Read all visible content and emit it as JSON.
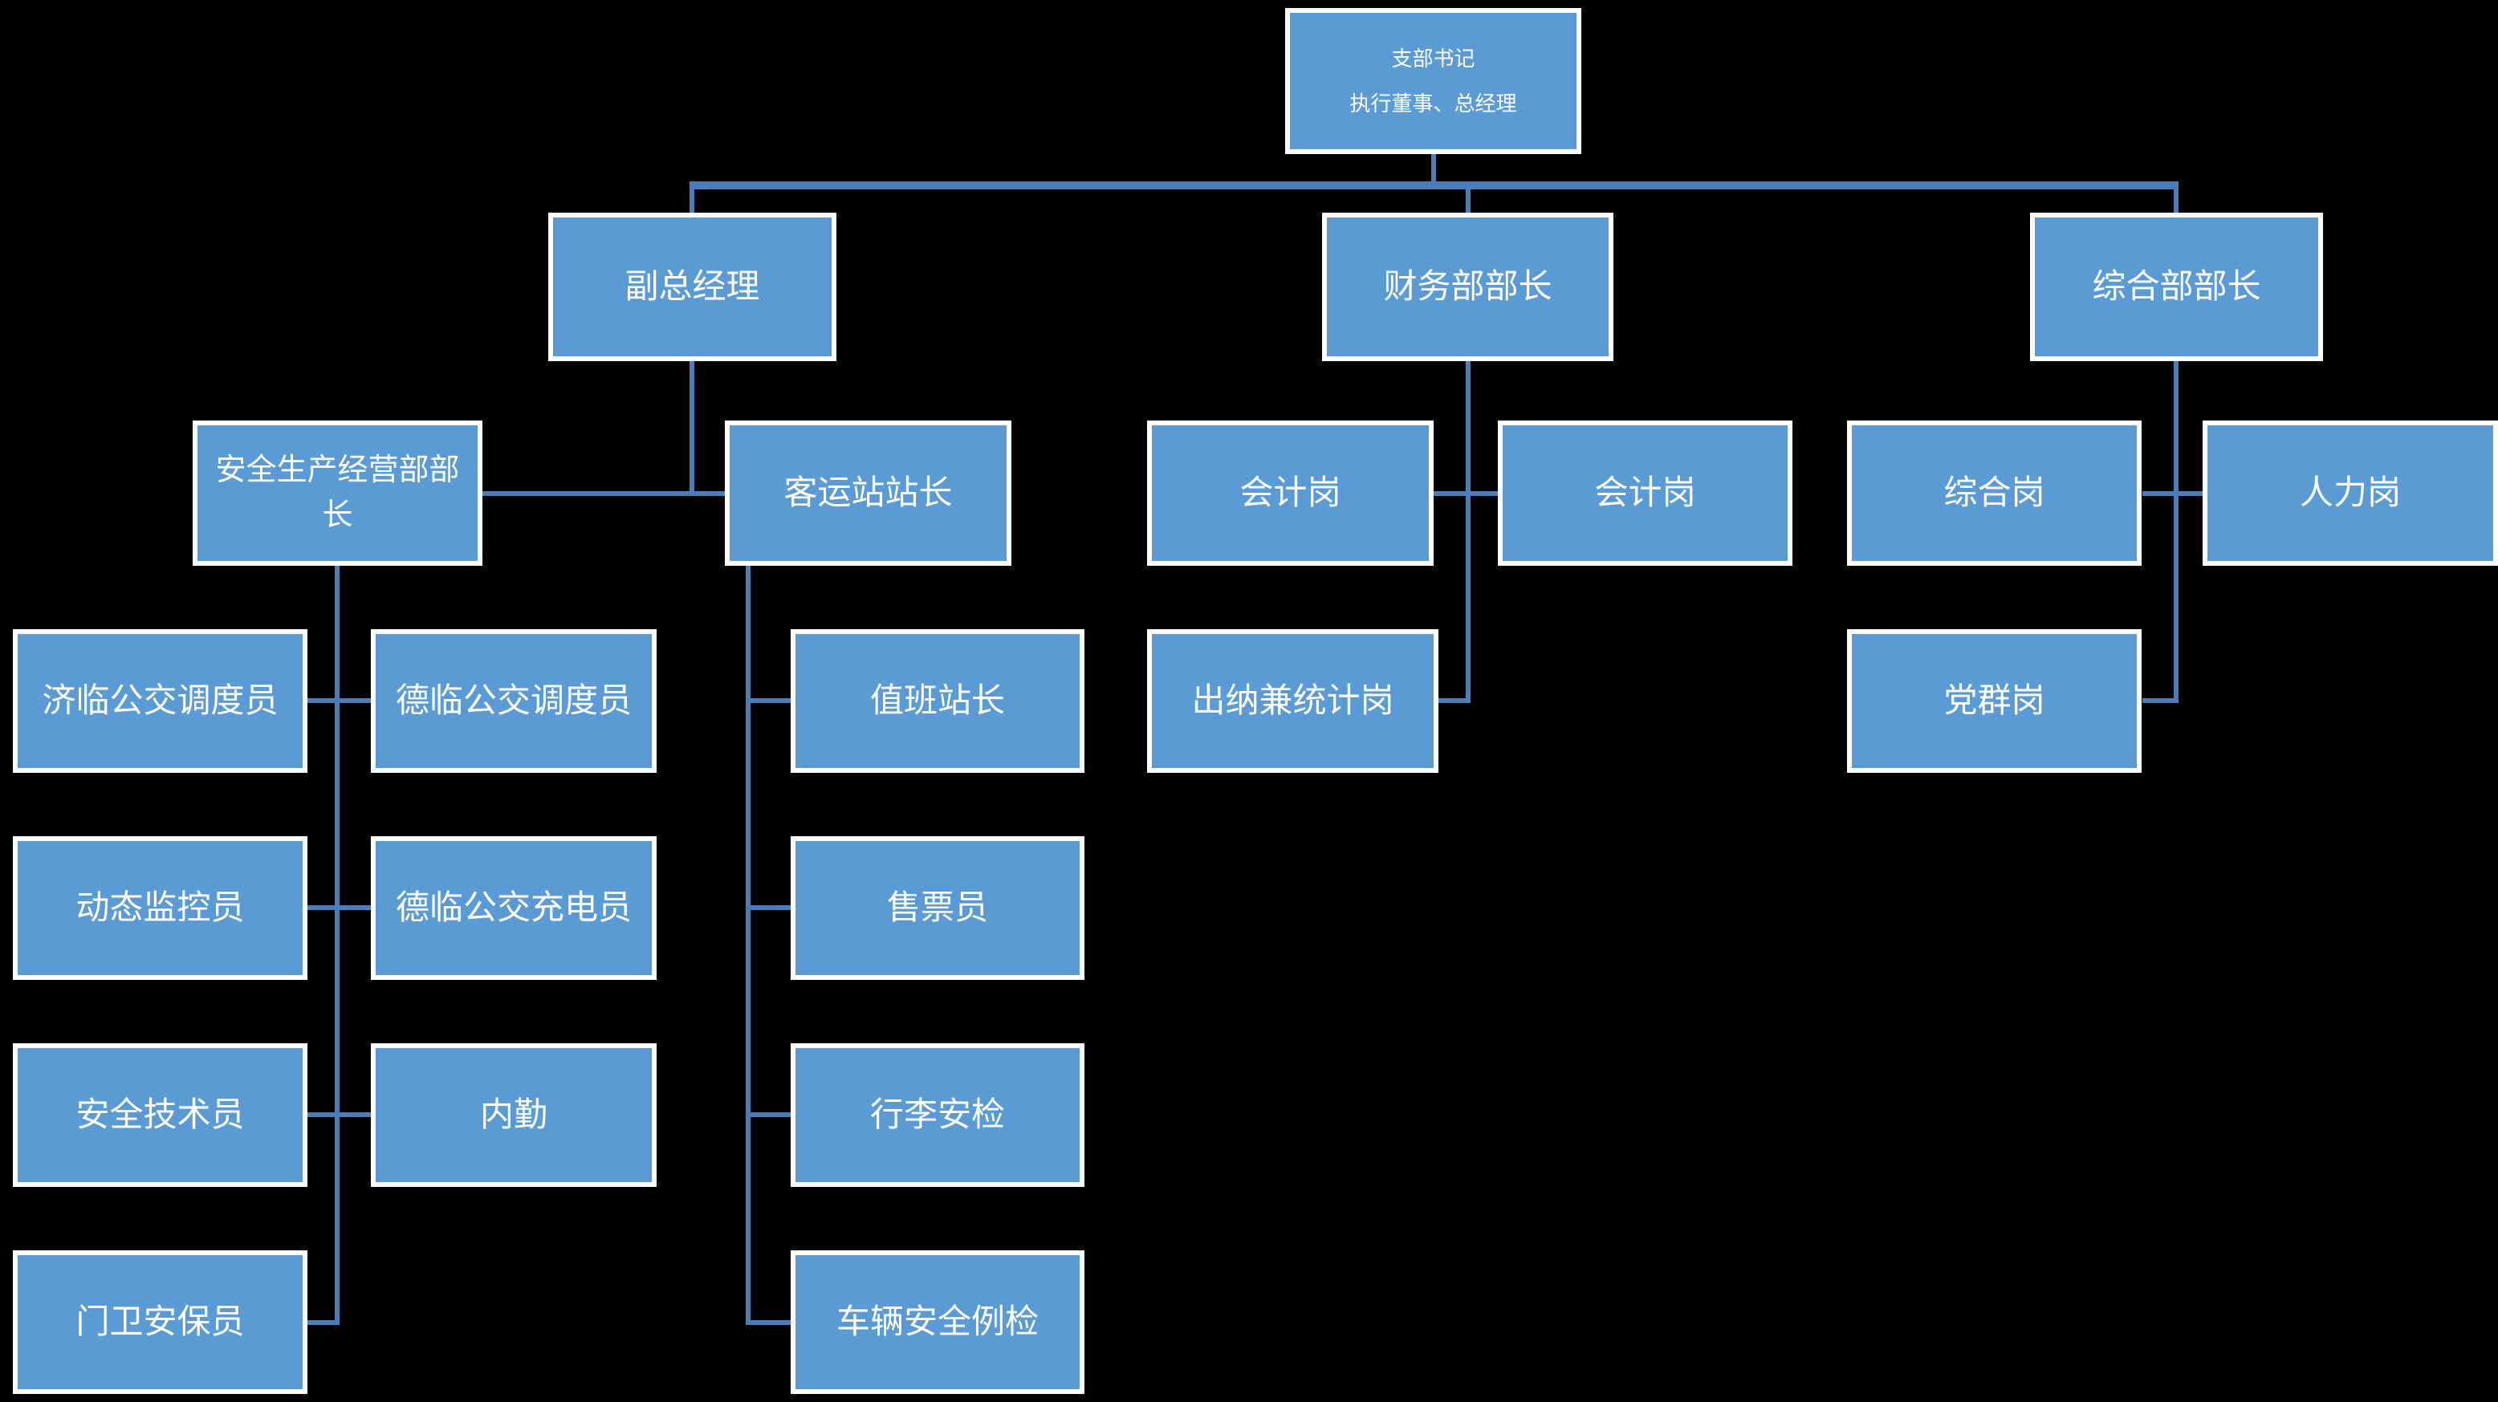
{
  "colors": {
    "background": "#000000",
    "box_fill": "#5B9BD5",
    "box_border": "#FFFFFF",
    "box_text": "#FFFFFF",
    "connector": "#4A7EBA"
  },
  "nodes": {
    "root_line1": "支部书记",
    "root_line2": "执行董事、总经理",
    "deputy_gm": "副总经理",
    "finance_head": "财务部部长",
    "general_dept_head": "综合部部长",
    "safety_dept_head": "安全生产经营部部长",
    "station_chief": "客运站站长",
    "accountant_1": "会计岗",
    "accountant_2": "会计岗",
    "cashier_statistician": "出纳兼统计岗",
    "general_post": "综合岗",
    "hr_post": "人力岗",
    "party_mass_post": "党群岗",
    "jilin_bus_dispatcher": "济临公交调度员",
    "delin_bus_dispatcher": "德临公交调度员",
    "dynamic_monitor": "动态监控员",
    "delin_bus_charger": "德临公交充电员",
    "safety_technician": "安全技术员",
    "office_clerk": "内勤",
    "gate_security_guard": "门卫安保员",
    "duty_station_chief": "值班站长",
    "ticket_seller": "售票员",
    "luggage_security_check": "行李安检",
    "vehicle_safety_inspection": "车辆安全例检"
  },
  "hierarchy": {
    "root": "支部书记 执行董事、总经理",
    "children": [
      {
        "label": "副总经理",
        "children": [
          {
            "label": "安全生产经营部部长",
            "children": [
              "济临公交调度员",
              "德临公交调度员",
              "动态监控员",
              "德临公交充电员",
              "安全技术员",
              "内勤",
              "门卫安保员"
            ]
          },
          {
            "label": "客运站站长",
            "children": [
              "值班站长",
              "售票员",
              "行李安检",
              "车辆安全例检"
            ]
          }
        ]
      },
      {
        "label": "财务部部长",
        "children": [
          "会计岗",
          "会计岗",
          "出纳兼统计岗"
        ]
      },
      {
        "label": "综合部部长",
        "children": [
          "综合岗",
          "人力岗",
          "党群岗"
        ]
      }
    ]
  }
}
